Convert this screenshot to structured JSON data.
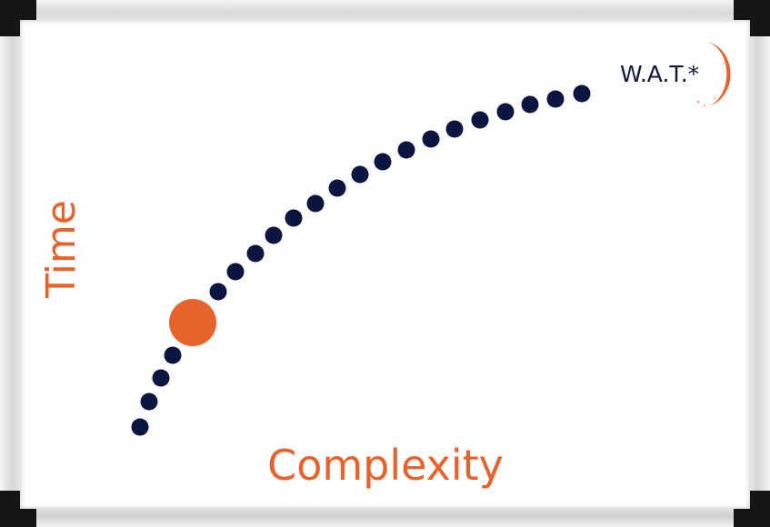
{
  "diagram": {
    "brand_label": "W.A.T.*",
    "x_axis_label": "Complexity",
    "y_axis_label": "Time",
    "colors": {
      "dots": "#0a1540",
      "highlight": "#e8632b",
      "axis_text": "#e8632b",
      "brand_text": "#0e1a3d"
    },
    "icons": {
      "brand": "crescent-moon-icon"
    }
  }
}
